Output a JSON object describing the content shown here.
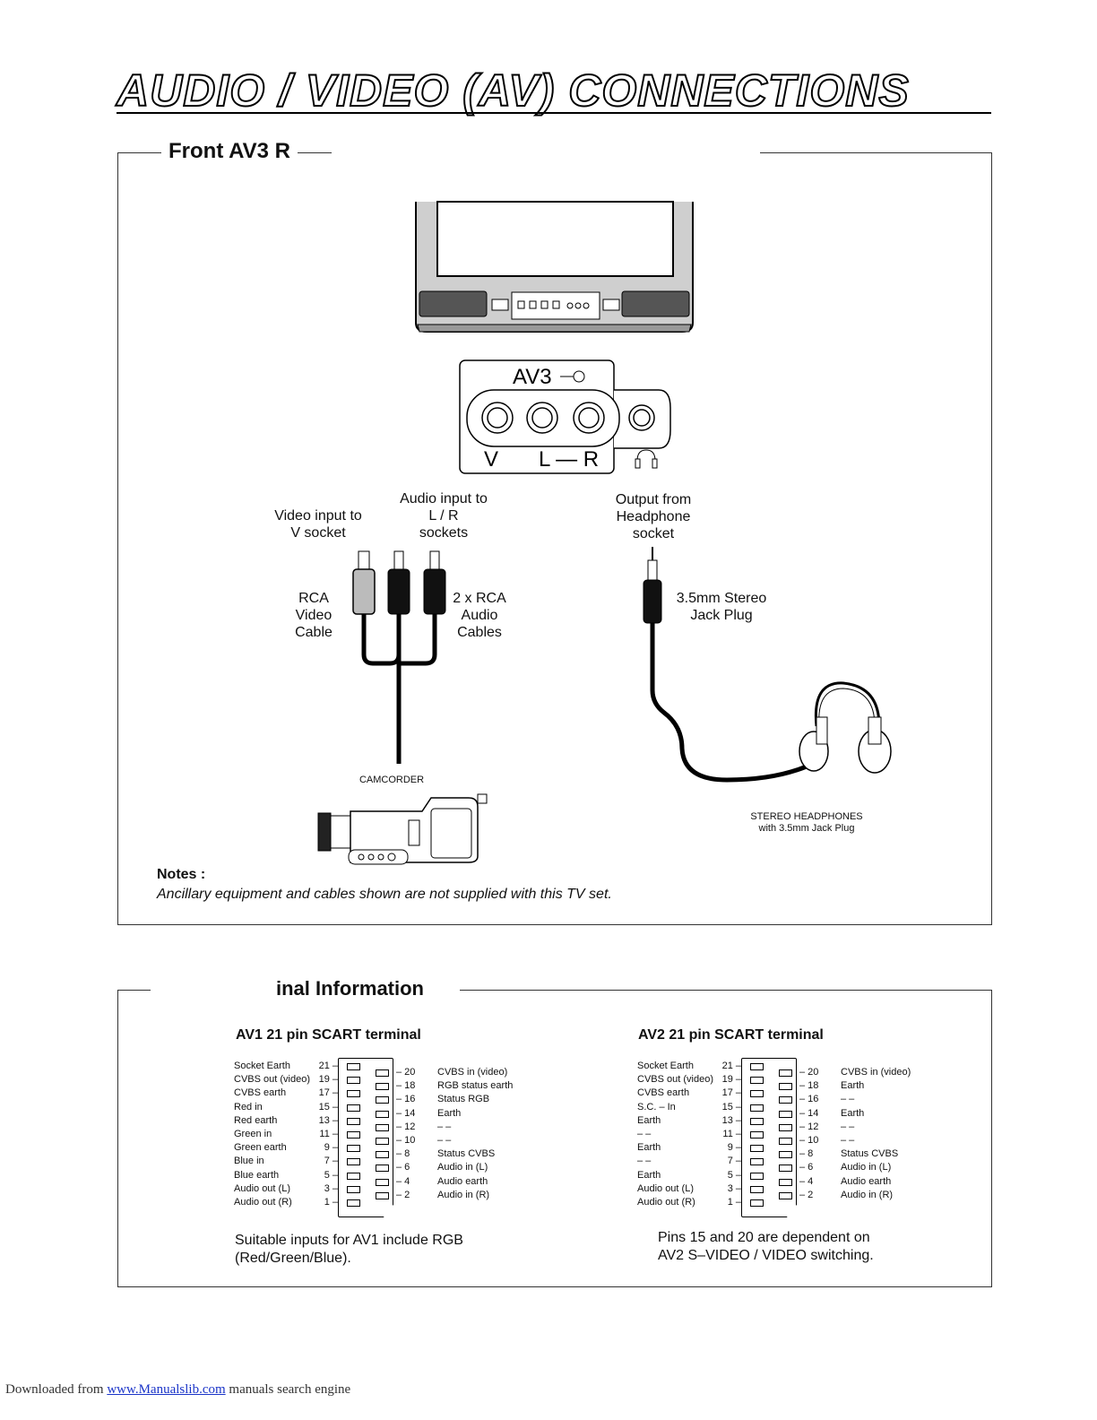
{
  "page": {
    "title": "AUDIO / VIDEO (AV) CONNECTIONS"
  },
  "front": {
    "section_title": "Front AV3 R",
    "panel_label": "AV3",
    "socket_v": "V",
    "socket_lr": "L — R",
    "label_video_input": "Video input to\nV socket",
    "label_audio_input": "Audio input to\nL / R\nsockets",
    "label_output": "Output from\nHeadphone\nsocket",
    "label_rca_video": "RCA\nVideo\nCable",
    "label_rca_audio": "2 x RCA\nAudio\nCables",
    "label_jack": "3.5mm Stereo\nJack Plug",
    "label_camcorder": "CAMCORDER",
    "label_headphones": "STEREO HEADPHONES\nwith 3.5mm  Jack Plug",
    "notes_heading": "Notes :",
    "notes_text": "Ancillary equipment and cables shown are not supplied with this TV set."
  },
  "terminal": {
    "section_title": "inal Information",
    "av1": {
      "title": "AV1 21 pin SCART terminal",
      "left_pins": [
        {
          "label": "Socket Earth",
          "num": "21"
        },
        {
          "label": "CVBS out (video)",
          "num": "19"
        },
        {
          "label": "CVBS earth",
          "num": "17"
        },
        {
          "label": "Red in",
          "num": "15"
        },
        {
          "label": "Red earth",
          "num": "13"
        },
        {
          "label": "Green in",
          "num": "11"
        },
        {
          "label": "Green earth",
          "num": "9"
        },
        {
          "label": "Blue in",
          "num": "7"
        },
        {
          "label": "Blue earth",
          "num": "5"
        },
        {
          "label": "Audio out (L)",
          "num": "3"
        },
        {
          "label": "Audio out (R)",
          "num": "1"
        }
      ],
      "right_pins": [
        {
          "num": "20",
          "label": "CVBS in (video)"
        },
        {
          "num": "18",
          "label": "RGB status earth"
        },
        {
          "num": "16",
          "label": "Status RGB"
        },
        {
          "num": "14",
          "label": "Earth"
        },
        {
          "num": "12",
          "label": "– –"
        },
        {
          "num": "10",
          "label": "– –"
        },
        {
          "num": "8",
          "label": "Status CVBS"
        },
        {
          "num": "6",
          "label": "Audio in (L)"
        },
        {
          "num": "4",
          "label": "Audio earth"
        },
        {
          "num": "2",
          "label": "Audio in (R)"
        }
      ],
      "caption": "Suitable inputs for AV1 include RGB\n(Red/Green/Blue)."
    },
    "av2": {
      "title": "AV2 21 pin SCART terminal",
      "left_pins": [
        {
          "label": "Socket Earth",
          "num": "21"
        },
        {
          "label": "CVBS out (video)",
          "num": "19"
        },
        {
          "label": "CVBS earth",
          "num": "17"
        },
        {
          "label": "S.C. – In",
          "num": "15"
        },
        {
          "label": "Earth",
          "num": "13"
        },
        {
          "label": "– –",
          "num": "11"
        },
        {
          "label": "Earth",
          "num": "9"
        },
        {
          "label": "– –",
          "num": "7"
        },
        {
          "label": "Earth",
          "num": "5"
        },
        {
          "label": "Audio out (L)",
          "num": "3"
        },
        {
          "label": "Audio out (R)",
          "num": "1"
        }
      ],
      "right_pins": [
        {
          "num": "20",
          "label": "CVBS in (video)"
        },
        {
          "num": "18",
          "label": "Earth"
        },
        {
          "num": "16",
          "label": "– –"
        },
        {
          "num": "14",
          "label": "Earth"
        },
        {
          "num": "12",
          "label": "– –"
        },
        {
          "num": "10",
          "label": "– –"
        },
        {
          "num": "8",
          "label": "Status CVBS"
        },
        {
          "num": "6",
          "label": "Audio in (L)"
        },
        {
          "num": "4",
          "label": "Audio earth"
        },
        {
          "num": "2",
          "label": "Audio in (R)"
        }
      ],
      "caption": "Pins 15 and 20 are dependent on\nAV2 S–VIDEO / VIDEO switching."
    }
  },
  "footer": {
    "prefix": "Downloaded from ",
    "link": "www.Manualslib.com",
    "suffix": "  manuals search engine"
  }
}
